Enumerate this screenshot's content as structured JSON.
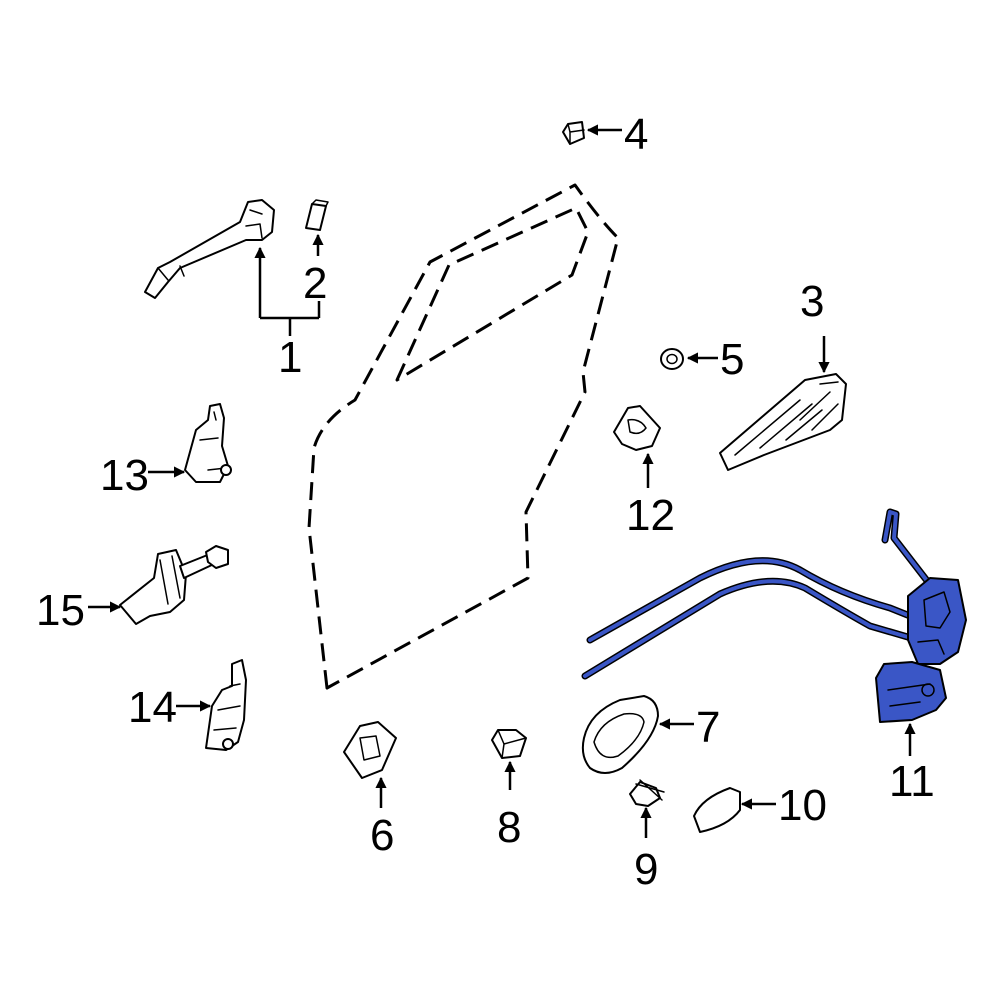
{
  "highlight_color": "#3a56c6",
  "callouts": {
    "c1": "1",
    "c2": "2",
    "c3": "3",
    "c4": "4",
    "c5": "5",
    "c6": "6",
    "c7": "7",
    "c8": "8",
    "c9": "9",
    "c10": "10",
    "c11": "11",
    "c12": "12",
    "c13": "13",
    "c14": "14",
    "c15": "15"
  }
}
